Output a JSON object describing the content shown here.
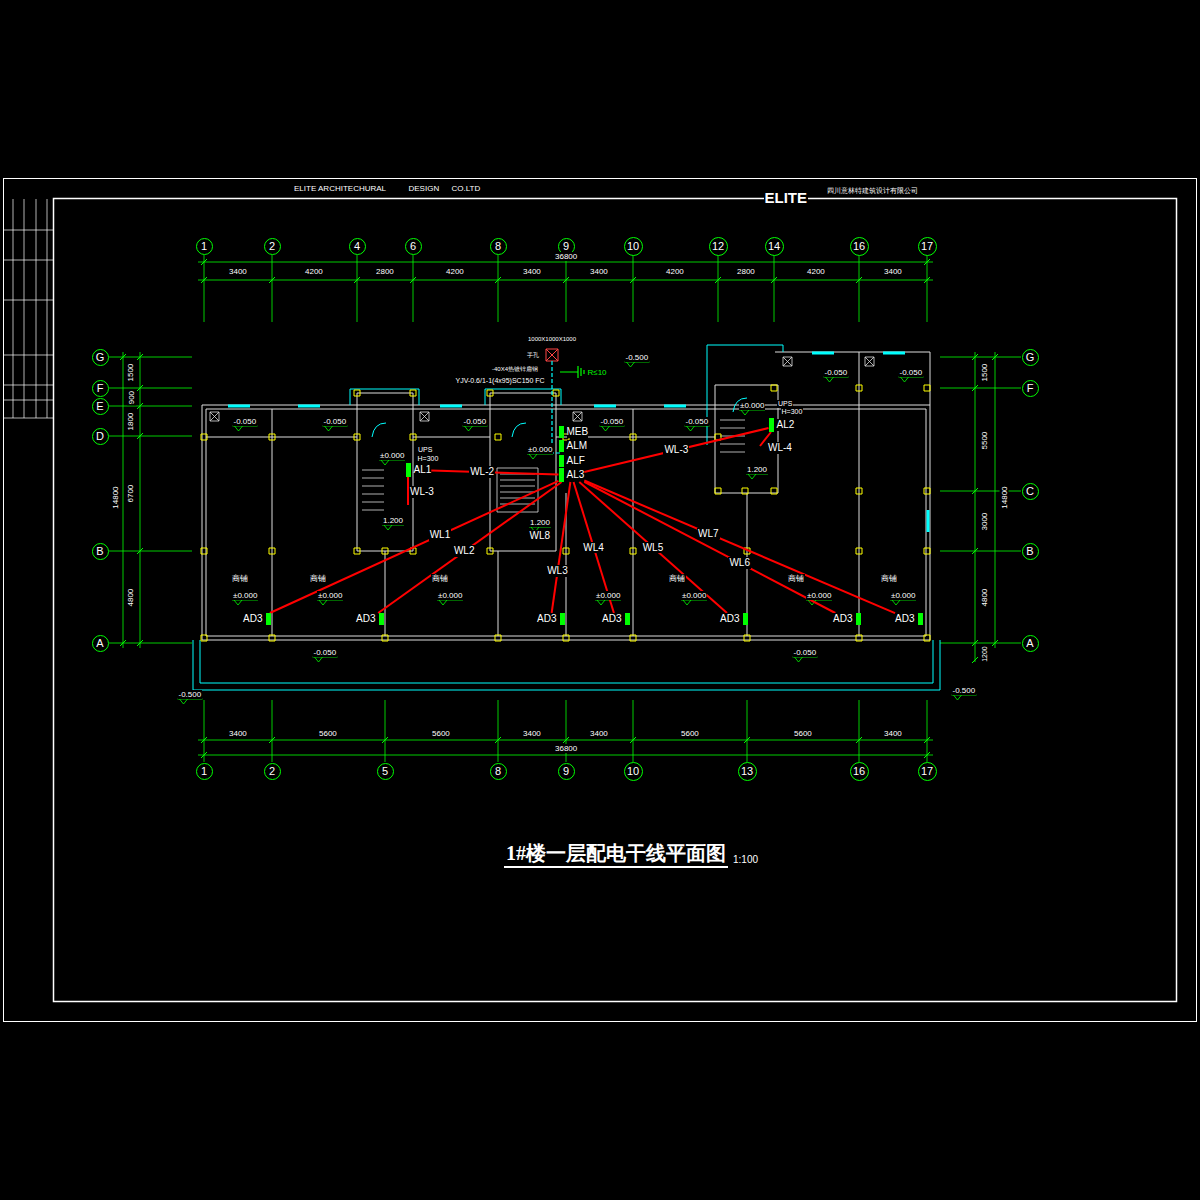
{
  "diagram": {
    "title": "1#楼一层配电干线平面图",
    "nodes": [
      {
        "text": [
          "1"
        ]
      },
      {
        "text": [
          "2"
        ]
      },
      {
        "text": [
          "4"
        ]
      },
      {
        "text": [
          "6"
        ]
      },
      {
        "text": [
          "8"
        ]
      },
      {
        "text": [
          "9"
        ]
      },
      {
        "text": [
          "10"
        ]
      },
      {
        "text": [
          "12"
        ]
      },
      {
        "text": [
          "14"
        ]
      },
      {
        "text": [
          "16"
        ]
      },
      {
        "text": [
          "17"
        ]
      },
      {
        "text": [
          "G"
        ]
      },
      {
        "text": [
          "F"
        ]
      },
      {
        "text": [
          "E"
        ]
      },
      {
        "text": [
          "D"
        ]
      },
      {
        "text": [
          "B"
        ]
      },
      {
        "text": [
          "A"
        ]
      },
      {
        "text": [
          "G"
        ]
      },
      {
        "text": [
          "F"
        ]
      },
      {
        "text": [
          "C"
        ]
      },
      {
        "text": [
          "B"
        ]
      },
      {
        "text": [
          "A"
        ]
      },
      {
        "text": [
          "MEB"
        ]
      },
      {
        "text": [
          "ALM"
        ]
      },
      {
        "text": [
          "ALF"
        ]
      },
      {
        "text": [
          "AL3"
        ]
      },
      {
        "text": [
          "AL1"
        ]
      },
      {
        "text": [
          "AL2"
        ]
      },
      {
        "text": [
          "AD3"
        ]
      },
      {
        "text": [
          "AD3"
        ]
      },
      {
        "text": [
          "AD3"
        ]
      },
      {
        "text": [
          "AD3"
        ]
      },
      {
        "text": [
          "AD3"
        ]
      },
      {
        "text": [
          "AD3"
        ]
      },
      {
        "text": [
          "AD3"
        ]
      },
      {
        "text": [
          "1"
        ]
      },
      {
        "text": [
          "2"
        ]
      },
      {
        "text": [
          "5"
        ]
      },
      {
        "text": [
          "8"
        ]
      },
      {
        "text": [
          "9"
        ]
      },
      {
        "text": [
          "10"
        ]
      },
      {
        "text": [
          "13"
        ]
      },
      {
        "text": [
          "16"
        ]
      },
      {
        "text": [
          "17"
        ]
      }
    ],
    "edges": [
      {
        "from": 25,
        "to": 26,
        "label": "WL-2",
        "arrow": "none"
      },
      {
        "from": 25,
        "to": 27,
        "label": "WL-3",
        "arrow": "none"
      },
      {
        "from": 25,
        "to": 28,
        "label": "WL1",
        "arrow": "none"
      },
      {
        "from": 25,
        "to": 29,
        "label": "WL2",
        "arrow": "none"
      },
      {
        "from": 25,
        "to": 30,
        "label": "WL3",
        "arrow": "none"
      },
      {
        "from": 25,
        "to": 31,
        "label": "WL4",
        "arrow": "none"
      },
      {
        "from": 25,
        "to": 32,
        "label": "WL5",
        "arrow": "none"
      },
      {
        "from": 25,
        "to": 33,
        "label": "WL6",
        "arrow": "none"
      },
      {
        "from": 25,
        "to": 34,
        "label": "WL7",
        "arrow": "none"
      }
    ],
    "labels": [
      "ELITE ARCHITECHURAL",
      "DESIGN",
      "CO.LTD",
      "ELITE",
      "四川意林特建筑设计有限公司",
      "3400",
      "4200",
      "2800",
      "4200",
      "3400",
      "3400",
      "4200",
      "2800",
      "4200",
      "3400",
      "36800",
      "3400",
      "5600",
      "5600",
      "3400",
      "3400",
      "5600",
      "5600",
      "3400",
      "36800",
      "1500",
      "900",
      "1800",
      "6700",
      "4800",
      "14800",
      "1500",
      "5500",
      "3000",
      "4800",
      "14800",
      "1200",
      "1000X1000X1000",
      "手孔",
      "-40X4热镀锌扁钢",
      "YJV-0.6/1-1(4x95)SC150 FC",
      "R≤10",
      "-0.500",
      "-0.050",
      "-0.050",
      "-0.050",
      "-0.050",
      "-0.050",
      "-0.050",
      "-0.050",
      "±0.000",
      "±0.000",
      "±0.000",
      "1.200",
      "1.200",
      "1.200",
      "UPS",
      "H=300",
      "UPS",
      "H=300",
      "WL-3",
      "WL-4",
      "WL8",
      "商铺",
      "商铺",
      "商铺",
      "商铺",
      "商铺",
      "商铺",
      "±0.000",
      "±0.000",
      "±0.000",
      "±0.000",
      "±0.000",
      "±0.000",
      "±0.000",
      "-0.050",
      "-0.050",
      "-0.500",
      "-0.500",
      "1:100"
    ]
  }
}
